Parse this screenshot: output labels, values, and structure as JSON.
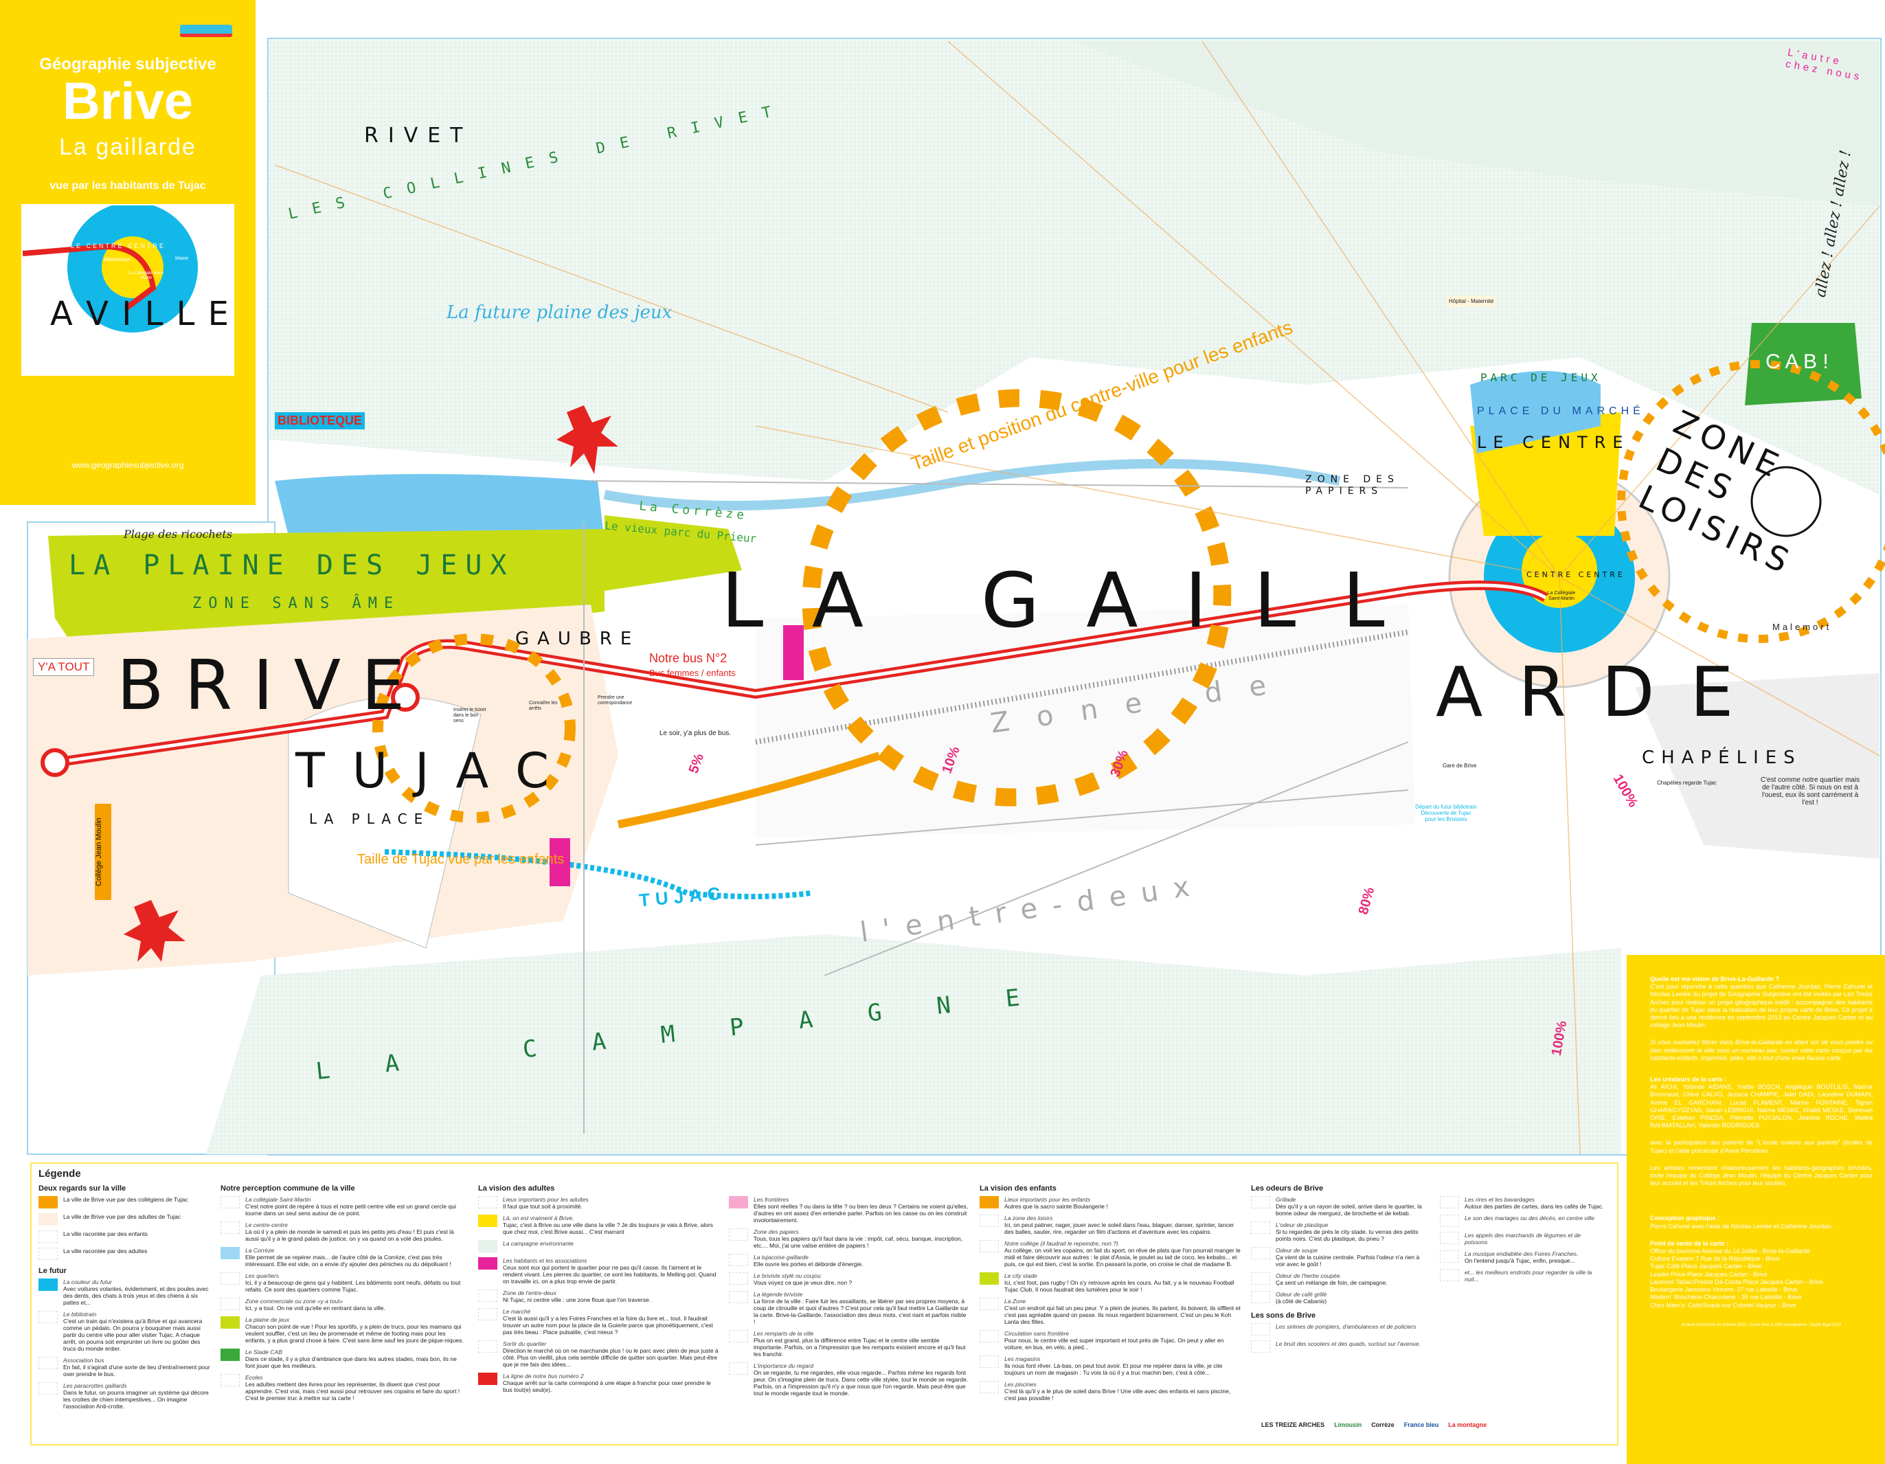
{
  "cover": {
    "subtitle": "Géographie subjective",
    "title": "Brive",
    "title_sub": "La gaillarde",
    "tagline": "vue par les habitants de Tujac",
    "url": "www.geographiesubjective.org",
    "thumb_labels": [
      "LE CENTRE CENTRE",
      "Bibliothèque",
      "Mairie",
      "La Collégiale Saint-Martin",
      "A V I L L E"
    ]
  },
  "map": {
    "rivet": "RIVET",
    "collines": "LES COLLINES DE RIVET",
    "future_plaine": "La future plaine des jeux",
    "bibliotheque": "BIBLIOTEQUE",
    "plaine": "LA PLAINE DES JEUX",
    "zone_sans_ame": "ZONE SANS ÂME",
    "plage": "Plage des ricochets",
    "correze": "La Corrèze",
    "vieux_parc": "Le vieux parc du Prieur",
    "brive_word": "BRIVE",
    "gaillarde_word": "LA GAILL",
    "ville_word": "A R D E",
    "tujac_word": "TUJAC",
    "la_place": "LA PLACE",
    "gaubre": "GAUBRE",
    "ya_tout": "Y'A TOUT",
    "college": "Collège Jean Moulin",
    "bus_title": "Notre bus N°2",
    "bus_sub": "Bus femmes / enfants",
    "bus_evening": "Le soir, y'a plus de bus.",
    "bus_stops": [
      "Insérer le ticket dans le bon sens",
      "Connaître les arrêts",
      "Prendre une correspondance"
    ],
    "tujac_size": "Taille de Tujac vue par les enfants",
    "centre_size": "Taille et position du centre-ville pour les enfants",
    "zone_de": "Zone de",
    "entre_deux": "l'entre-deux",
    "tujac_blue": "TUJAC",
    "campagne": "L A   C A M P A G N E",
    "parc_jeux": "PARC DE JEUX",
    "place_marche": "PLACE DU MARCHÉ",
    "zone_papiers": "ZONE DES PAPIERS",
    "le_centre": "LE CENTRE",
    "centre_centre": "CENTRE CENTRE",
    "collegiale": "La Collégiale Saint-Martin",
    "zone_loisirs": "ZONE DES LOISIRS",
    "cab": "C A B !",
    "malemort": "Malemort",
    "chapelies": "CHAPÉLIES",
    "chapelies_note": "C'est comme notre quartier mais de l'autre côté. Si nous on est à l'ouest, eux ils sont carrément à l'est !",
    "chapelies_eye": "Chapélies regarde Tujac",
    "autre_chez_nous": "L'autre chez nous",
    "hopital": "Hôpital - Maternité",
    "gare": "Gare de Brive",
    "bibliotrain": "Départ du futur bibliotrain Découverte de Tujac pour les Brivistes",
    "allez": "allez ! allez ! allez !",
    "percentages": [
      "5%",
      "10%",
      "30%",
      "80%",
      "100%",
      "100%"
    ]
  },
  "legend": {
    "title": "Légende",
    "sections": [
      {
        "heading": "Deux regards sur la ville",
        "items": [
          {
            "title": "",
            "text": "La ville de Brive vue par des collégiens de Tujac",
            "swatch": "#f5a000"
          },
          {
            "title": "",
            "text": "La ville de Brive vue par des adultes de Tujac",
            "swatch": "#fdeee0"
          },
          {
            "title": "",
            "text": "La ville racontée par des enfants",
            "swatch": ""
          },
          {
            "title": "",
            "text": "La ville racontée par des adultes",
            "swatch": ""
          }
        ]
      },
      {
        "heading": "Le futur",
        "items": [
          {
            "title": "La couleur du futur",
            "text": "Avec voitures volantes, évidemment, et des poules avec des dents, des chats à trois yeux et des chiens à six pattes et...",
            "swatch": "#12b8e8"
          },
          {
            "title": "Le bibliotrain",
            "text": "C'est un train qui n'existera qu'à Brive et qui avancera comme un pédalo. On pourra y bouquiner mais aussi partir du centre ville pour aller visiter Tujac. A chaque arrêt, on pourra soit emprunter un livre ou goûter des trucs du monde entier.",
            "swatch": ""
          },
          {
            "title": "Association bus",
            "text": "En fait, il s'agirait d'une sorte de lieu d'entraînement pour oser prendre le bus.",
            "swatch": ""
          },
          {
            "title": "Les paracrottes gaillards",
            "text": "Dans le futur, on pourra imaginer un système qui décore les crottes de chien intempestives... On imagine l'association Anti-crotte.",
            "swatch": ""
          }
        ]
      },
      {
        "heading": "Notre perception commune de la ville",
        "items": [
          {
            "title": "La collégiale Saint-Martin",
            "text": "C'est notre point de repère à tous et notre petit centre ville est un grand cercle qui tourne dans un seul sens autour de ce point.",
            "swatch": ""
          },
          {
            "title": "Le centre-centre",
            "text": "Là où il y a plein de monde le samedi et puis les petits jets d'eau ! Et puis c'est là aussi qu'il y a le grand palais de justice, on y va quand on a volé des poules.",
            "swatch": ""
          },
          {
            "title": "La Corrèze",
            "text": "Elle permet de se repérer mais... de l'autre côté de la Corrèze, c'est pas très intéressant. Elle est vide, on a envie d'y ajouter des péniches ou du dépolluant !",
            "swatch": "#9ed8f5"
          },
          {
            "title": "Les quartiers",
            "text": "Ici, il y a beaucoup de gens qui y habitent. Les bâtiments sont neufs, défaits ou tout refaits. Ce sont des quartiers comme Tujac.",
            "swatch": ""
          },
          {
            "title": "Zone commerciale ou zone «y a tout»",
            "text": "Ici, y a tout. On ne voit qu'elle en rentrant dans la ville.",
            "swatch": ""
          },
          {
            "title": "La plaine de jeux",
            "text": "Chacun son point de vue ! Pour les sportifs, y a plein de trucs, pour les mamans qui veulent souffler, c'est un lieu de promenade et même de footing mais pour les enfants, y a plus grand chose à faire. C'est sans âme sauf les jours de pique-niques.",
            "swatch": "#c8dc14"
          },
          {
            "title": "Le Stade CAB",
            "text": "Dans ce stade, il y a plus d'ambiance que dans les autres stades, mais bon, ils ne font jouer que les meilleurs.",
            "swatch": "#3aa83a"
          },
          {
            "title": "Ecoles",
            "text": "Les adultes mettent des livres pour les représenter, ils disent que c'est pour apprendre. C'est vrai, mais c'est aussi pour retrouver ses copains et faire du sport ! C'est le premier truc à mettre sur la carte !",
            "swatch": ""
          }
        ]
      },
      {
        "heading": "La vision des adultes",
        "items": [
          {
            "title": "Lieux importants pour les adultes",
            "text": "Il faut que tout soit à proximité.",
            "swatch": ""
          },
          {
            "title": "Là, on est vraiment à Brive.",
            "text": "Tujac, c'est à Brive ou une ville dans la ville ? Je dis toujours je vais à Brive, alors que chez moi, c'est Brive aussi... C'est marrant",
            "swatch": "#ffe000"
          },
          {
            "title": "La campagne environnante",
            "text": "",
            "swatch": "#e6f2ec"
          },
          {
            "title": "Les habitants et les associations",
            "text": "Ceux sont eux qui portent le quartier pour ne pas qu'il casse. Ils l'aiment et le rendent vivant. Les pierres du quartier, ce sont les habitants, le Melting pot. Quand on travaille ici, on a plus trop envie de partir.",
            "swatch": "#e8239a"
          },
          {
            "title": "Zone de l'entre-deux",
            "text": "Ni Tujac, ni centre ville : une zone floue que l'on traverse.",
            "swatch": ""
          },
          {
            "title": "Le marché",
            "text": "C'est là aussi qu'il y a les Foires Franches et la foire du livre et... tout. Il faudrait trouver un autre nom pour la place de la Guierle parce que phonétiquement, c'est pas très beau : Place pulsatile, c'est mieux ?",
            "swatch": ""
          },
          {
            "title": "Sortir du quartier",
            "text": "Direction le marché où on ne marchande plus ! ou le parc avec plein de jeux juste à côté. Plus on vieillit, plus cela semble difficile de quitter son quartier. Mais peut-être que je me fais des idées...",
            "swatch": ""
          },
          {
            "title": "La ligne de notre bus numéro 2",
            "text": "Chaque arrêt sur la carte correspond à une étape à franchir pour oser prendre le bus tout(e) seul(e).",
            "swatch": "#e52421"
          }
        ]
      },
      {
        "heading": "",
        "items": [
          {
            "title": "Les frontières",
            "text": "Elles sont réelles ? ou dans la tête ? ou bien les deux ? Certains ne voient qu'elles, d'autres en ont assez d'en entendre parler. Parfois on les casse ou on les construit involontairement.",
            "swatch": "#f7a8cf"
          },
          {
            "title": "Zone des papiers",
            "text": "Tous, tous les papiers qu'il faut dans la vie : impôt, caf, sécu, banque, inscription, etc.... Moi, j'ai une valise entière de papiers !",
            "swatch": ""
          },
          {
            "title": "La tujacoise gaillarde",
            "text": "Elle ouvre les portes et déborde d'énergie.",
            "swatch": ""
          },
          {
            "title": "Le briviste stylé ou coujou",
            "text": "Vous voyez ce que je veux dire, non ?",
            "swatch": ""
          },
          {
            "title": "La légende briviste",
            "text": "La force de la ville : Faire fuir les assaillants, se libérer par ses propres moyens, à coup de citrouille et quoi d'autres ? C'est pour cela qu'il faut mettre La Gaillarde sur la carte. Brive-la-Gaillarde, l'association des deux mots, c'est riant et parfois risible !",
            "swatch": ""
          },
          {
            "title": "Les remparts de la ville",
            "text": "Plus on est grand, plus la différence entre Tujac et le centre ville semble importante. Parfois, on a l'impression que les remparts existent encore et qu'il faut les franchir.",
            "swatch": ""
          },
          {
            "title": "L'importance du regard",
            "text": "On se regarde, tu me regardes, elle vous regarde... Parfois même les regards font peur. On s'imagine plein de trucs. Dans cette ville stylée, tout le monde se regarde. Parfois, on a l'impression qu'il n'y a que nous que l'on regarde. Mais peut-être que tout le monde regarde tout le monde.",
            "swatch": ""
          }
        ]
      },
      {
        "heading": "La vision des enfants",
        "items": [
          {
            "title": "Lieux importants pour les enfants",
            "text": "Autres que la sacro sainte Boulangerie !",
            "swatch": "#f5a000"
          },
          {
            "title": "La zone des loisirs",
            "text": "Ici, on peut patiner, nager, jouer avec le soleil dans l'eau, blaguer, danser, sprinter, lancer des balles, sauter, rire, regarder un film d'actions et d'aventure avec les copains.",
            "swatch": ""
          },
          {
            "title": "Notre collège (il faudrait le repeindre, non ?)",
            "text": "Au collège, on voit les copains, on fait du sport, on rêve de plats que l'on pourrait manger le midi et faire découvrir aux autres : le plat d'Assia, le poulet au lait de coco, les kebabs... et puis, ce qui est bien, c'est la sortie. En passant la porte, on croise le chat de madame B.",
            "swatch": ""
          },
          {
            "title": "Le city stade",
            "text": "Ici, c'est foot, pas rugby ! On s'y retrouve après les cours. Au fait, y a le nouveau Football Tujac Club. Il nous faudrait des lumières pour le soir !",
            "swatch": "#c8dc14"
          },
          {
            "title": "La Zone",
            "text": "C'est un endroit qui fait un peu peur. Y a plein de jeunes. Ils parlent, ils boivent, ils sifflent et c'est pas agréable quand on passe. Ils nous regardent bizarrement. C'est un peu le Koh Lanta des filles.",
            "swatch": ""
          },
          {
            "title": "Circulation sans frontière",
            "text": "Pour nous, le centre ville est super important et tout près de Tujac. On peut y aller en voiture, en bus, en vélo, à pied...",
            "swatch": ""
          },
          {
            "title": "Les magasins",
            "text": "Ils nous font rêver. Là-bas, on peut tout avoir. Et pour me repérer dans la ville, je cite toujours un nom de magasin : Tu vois là où il y a truc machin ben, c'est à côté...",
            "swatch": ""
          },
          {
            "title": "Les piscines",
            "text": "C'est là qu'il y a le plus de soleil dans Brive ! Une ville avec des enfants et sans piscine, c'est pas possible !",
            "swatch": ""
          }
        ]
      },
      {
        "heading": "Les odeurs de Brive",
        "items": [
          {
            "title": "Grillade",
            "text": "Dès qu'il y a un rayon de soleil, arrive dans le quartier, la bonne odeur de merguez, de brochette et de kebab.",
            "swatch": ""
          },
          {
            "title": "L'odeur de plastique",
            "text": "Si tu regardes de près le city stade, tu verras des petits points noirs. C'est du plastique, du pneu ?",
            "swatch": ""
          },
          {
            "title": "Odeur de soupe",
            "text": "Ça vient de la cuisine centrale. Parfois l'odeur n'a rien à voir avec le goût !",
            "swatch": ""
          },
          {
            "title": "Odeur de l'herbe coupée.",
            "text": "Ça sent un mélange de foin, de campagne.",
            "swatch": ""
          },
          {
            "title": "Odeur de café grillé",
            "text": "(à côté de Cabanis)",
            "swatch": ""
          }
        ]
      },
      {
        "heading": "Les sons de Brive",
        "items": [
          {
            "title": "Les sirènes de pompiers, d'ambulances et de policiers",
            "text": "",
            "swatch": ""
          },
          {
            "title": "Le bruit des scooters et des quads, surtout sur l'avenue.",
            "text": "",
            "swatch": ""
          }
        ]
      },
      {
        "heading": "",
        "items": [
          {
            "title": "Les rires et les bavardages",
            "text": "Autour des parties de cartes, dans les cafés de Tujac.",
            "swatch": ""
          },
          {
            "title": "Le son des mariages ou des décès, en centre ville",
            "text": "",
            "swatch": ""
          },
          {
            "title": "Les appels des marchands de légumes et de poissons",
            "text": "",
            "swatch": ""
          },
          {
            "title": "La musique endiablée des Foires Franches.",
            "text": "On l'entend jusqu'à Tujac, enfin, presque...",
            "swatch": ""
          },
          {
            "title": "et... les meilleurs endroits pour regarder la ville la nuit...",
            "text": "",
            "swatch": ""
          }
        ]
      }
    ],
    "partners": [
      "LES TREIZE ARCHES",
      "Limousin",
      "Corrèze",
      "France bleu",
      "La montagne"
    ]
  },
  "panel": {
    "q_title": "Quelle est ma vision de Brive-La-Gaillarde ?",
    "q_text": "C'est pour répondre à cette question que Catherine Jourdan, Pierre Cahurel et Nicolas Lemée du projet de Géographie Subjective ont été invités par Les Treize Arches pour réaliser un projet géographique inédit : accompagner des habitants du quartier de Tujac dans la réalisation de leur propre carte de Brive. Ce projet a donné lieu à une résidence en septembre 2013 au Centre Jacques Cartier et au collège Jean Moulin.",
    "q_italic": "Si vous souhaitez flâner dans Brive-la-Gaillarde en étant sûr de vous perdre ou bien redécouvrir la ville sous un nouveau jour, suivez cette carte conçue par les habitants-enfants. Imprimée, pliée, elle a tout d'une vraie fausse carte.",
    "creators_title": "Les créateurs de la carte :",
    "creators": "Ali AICHI, Yolande AIDANS, Yvette BOSCH, Angélique BOUTLILIS, Marina Brionnaud, Chloé CALVO, Jessica CHAMPIE, Jalel DADI, Laureline DUMAIN, Amine EL GARCHANI, Lucas FLAMENT, Marine FONTAINE, Tigran GHARAGYOZYAN, Sarah LEBRIGUI, Naïma MESKE, Khalid MESKE, Donovan ORIE, Esteban PINEDA, Pierrette PUYJALON, Jeanine ROCHE, Malika RAHMATALLAH, Valentin RODRIGUES.",
    "parents": "avec la participation des parents de \"L'école ouverte aux parents\" (écoles de Tujac) et l'aide précieuse d'Anne Pérodeau.",
    "thanks": "Les artistes remercient chaleureusement les habitants-géographes brivistes, toute l'équipe du Collège Jean Moulin, l'équipe du Centre Jacques Cartier pour leur accueil et les Treize Arches pour leur soutien.",
    "design_title": "Conception graphique :",
    "design": "Pierre Cahurel avec l'aide de Nicolas Lemée et Catherine Jourdan.",
    "sale_title": "Point de vente de la carte :",
    "sales": [
      "Office du tourisme Avenue du 14 Juillet - Brive-la-Gaillarde",
      "Culture Evasion 7 Rue de la République - Brive",
      "Tujac Café-Place Jacques Cartier - Brive",
      "Leader Price-Place Jacques Cartier - Brive",
      "Laumont Tabac/Presse Da-Costa-Place Jacques Cartier - Brive",
      "Boulangerie Janssens Vincent- 37 rue Latreille - Brive",
      "Modern' Boucherie-Charcuterie - 35 rue Latreille - Brive",
      "Chez Mam's- Café/Snack-rue Colonel Vaujour - Brive"
    ],
    "colophon": "Achevé d'imprimer en octobre 2013 - Carte tirée à 1500 exemplaires - Dépôt légal 2013"
  }
}
